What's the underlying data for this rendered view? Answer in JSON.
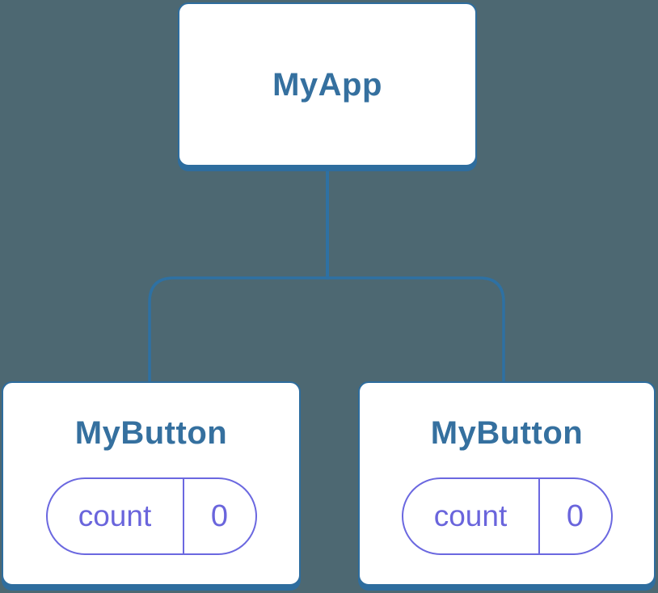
{
  "diagram": {
    "type": "component-tree",
    "background_color": "#4d6872",
    "colors": {
      "box_fill": "#ffffff",
      "box_border": "#2e6d9e",
      "connector": "#2e71a3",
      "title_text": "#35709f",
      "state_pill_border": "#6b68e0",
      "state_pill_text": "#6a65dc"
    },
    "tree": {
      "root": {
        "label": "MyApp"
      },
      "children": [
        {
          "label": "MyButton",
          "state": {
            "key": "count",
            "value": "0"
          }
        },
        {
          "label": "MyButton",
          "state": {
            "key": "count",
            "value": "0"
          }
        }
      ]
    }
  }
}
